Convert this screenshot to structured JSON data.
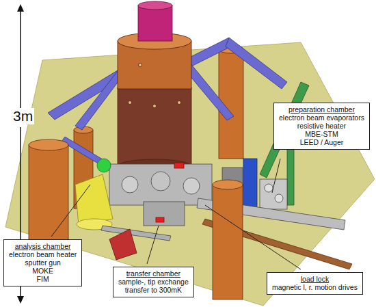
{
  "diagram": {
    "nodes": [
      {
        "text": [
          "preparation chamber",
          "electron beam evaporators",
          "resistive heater",
          "MBE-STM",
          "LEED / Auger"
        ]
      },
      {
        "text": [
          "analysis chamber",
          "electron beam heater",
          "sputter gun",
          "MOKE",
          "FIM"
        ]
      },
      {
        "text": [
          "transfer chamber",
          "sample-, tip exchange",
          "transfer to 300mK"
        ]
      },
      {
        "text": [
          "load lock",
          "magnetic l, r. motion drives"
        ]
      }
    ],
    "labels": [
      "3m"
    ]
  }
}
